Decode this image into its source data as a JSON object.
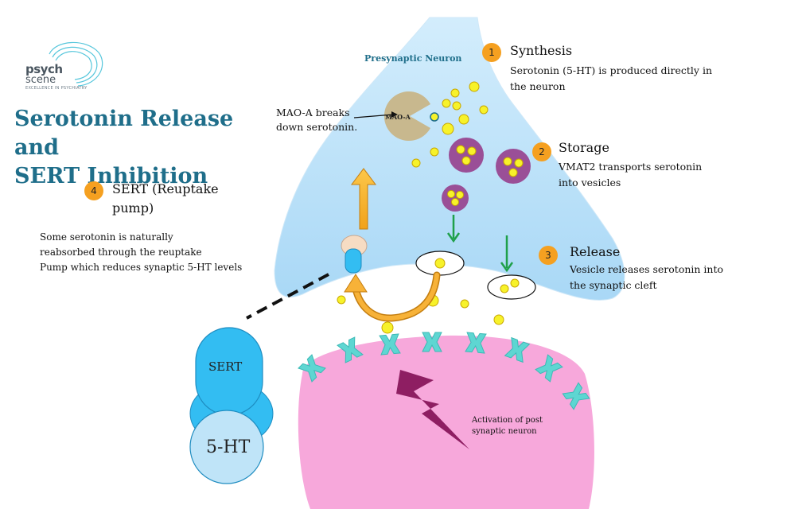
{
  "logo": {
    "line1": "psych",
    "line2": "scene",
    "tagline": "EXCELLENCE IN PSYCHIATRY"
  },
  "title": {
    "line1": "Serotonin Release and",
    "line2": "SERT Inhibition"
  },
  "presynaptic_label": "Presynaptic Neuron",
  "mao": {
    "label": "MAO-A",
    "annotation_line1": "MAO-A breaks",
    "annotation_line2": "down serotonin."
  },
  "steps": [
    {
      "number": "1",
      "heading": "Synthesis",
      "text_line1": "Serotonin (5-HT) is produced directly in",
      "text_line2": "the neuron"
    },
    {
      "number": "2",
      "heading": "Storage",
      "text_line1": "VMAT2 transports serotonin",
      "text_line2": "into vesicles"
    },
    {
      "number": "3",
      "heading": "Release",
      "text_line1": "Vesicle releases serotonin into",
      "text_line2": "the synaptic cleft"
    },
    {
      "number": "4",
      "heading_line1": "SERT (Reuptake",
      "heading_line2": "pump)",
      "text_line1": "Some serotonin is naturally",
      "text_line2": "reabsorbed through the reuptake",
      "text_line3": "Pump which reduces synaptic 5-HT levels"
    }
  ],
  "sert_label": "SERT",
  "fivehta_label": "5-HT",
  "activation": {
    "line1": "Activation of post",
    "line2": "synaptic neuron"
  },
  "colors": {
    "title": "#1f6e8a",
    "badge": "#f5a020",
    "presynaptic": "#bde3fa",
    "postsynaptic": "#f7a8db",
    "receptor": "#5ed6d2",
    "vesicle": "#9a4f97",
    "serotonin": "#f7f22a",
    "sert": "#33bdf2",
    "mao": "#c8b88e",
    "bolt": "#8e1e62",
    "arrow_green": "#1fa04a",
    "arrow_orange": "#f5a318"
  }
}
